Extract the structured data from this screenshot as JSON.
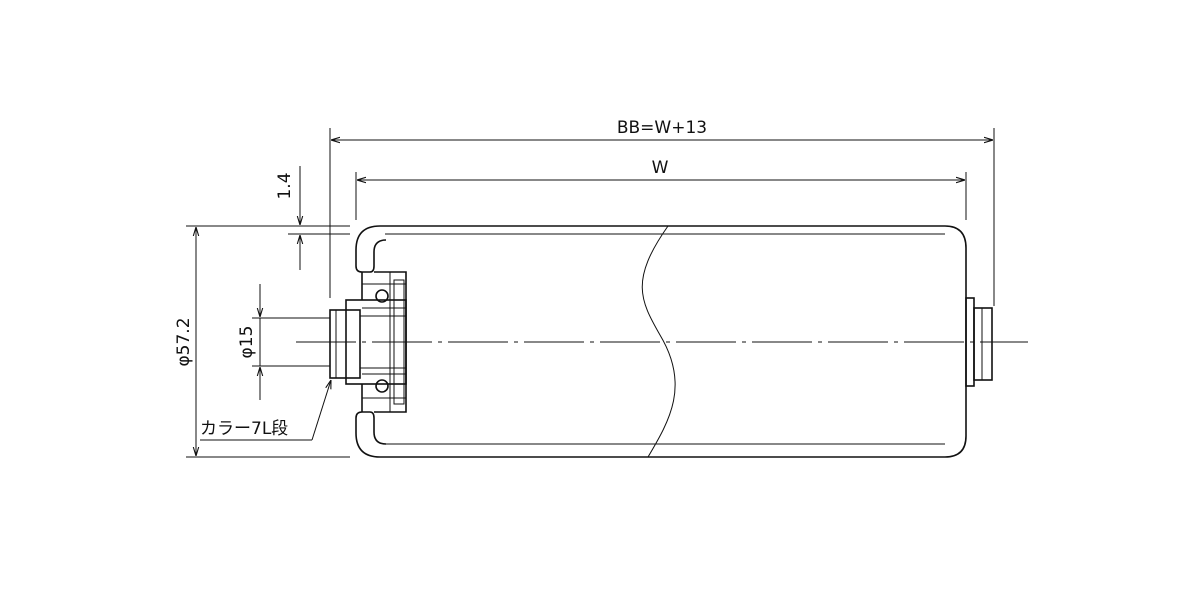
{
  "dimensions": {
    "overall_length": "BB=W+13",
    "width": "W",
    "wall_offset": "1.4",
    "outer_diameter": "φ57.2",
    "shaft_diameter": "φ15",
    "collar_note": "カラー7L段"
  }
}
